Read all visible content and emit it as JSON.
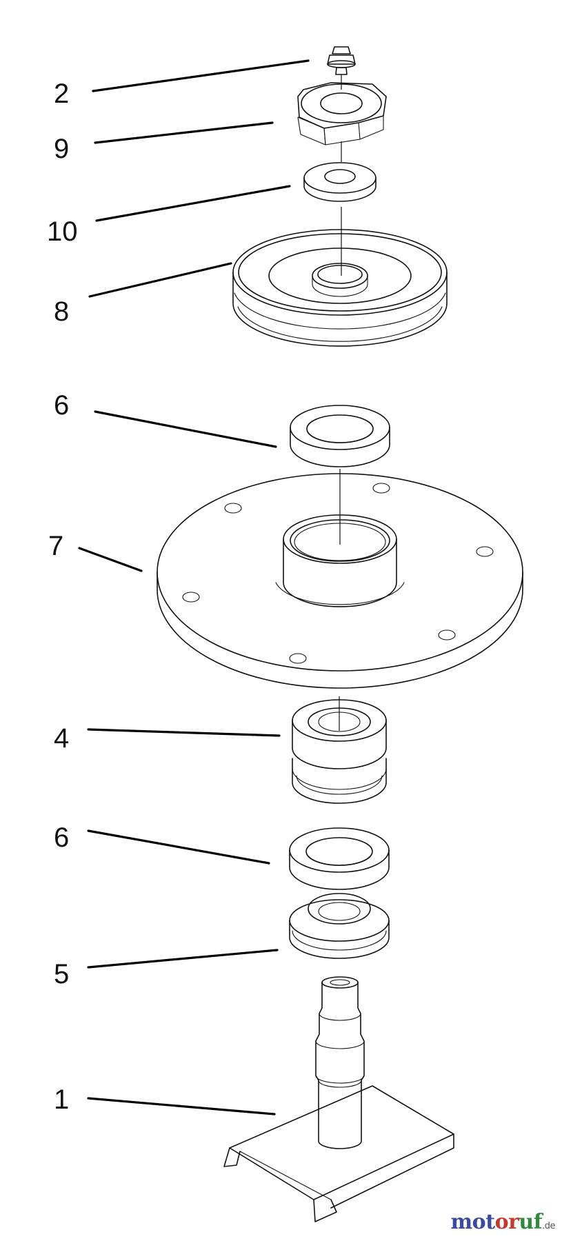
{
  "callouts": [
    {
      "id": "c2",
      "text": "2"
    },
    {
      "id": "c9",
      "text": "9"
    },
    {
      "id": "c10",
      "text": "10"
    },
    {
      "id": "c8",
      "text": "8"
    },
    {
      "id": "c6a",
      "text": "6"
    },
    {
      "id": "c7",
      "text": "7"
    },
    {
      "id": "c4",
      "text": "4"
    },
    {
      "id": "c6b",
      "text": "6"
    },
    {
      "id": "c5",
      "text": "5"
    },
    {
      "id": "c1",
      "text": "1"
    }
  ],
  "watermark": {
    "part1": "mot",
    "part2": "or",
    "part3": "uf",
    "suffix": ".de"
  },
  "colors": {
    "line": "#111111",
    "background": "#ffffff",
    "watermark_blue": "#3a4a9e",
    "watermark_red": "#c33a2e",
    "watermark_green": "#2e8b3e"
  }
}
